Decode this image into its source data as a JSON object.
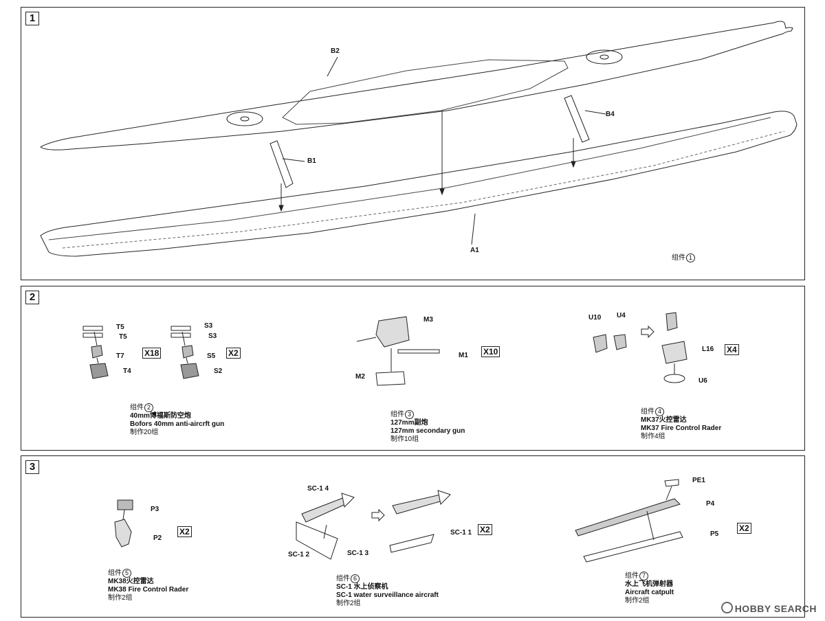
{
  "steps": [
    {
      "number": "1",
      "labels": {
        "b2": "B2",
        "b4": "B4",
        "b1": "B1",
        "a1": "A1"
      },
      "group_label": "组件",
      "group_no": "1"
    },
    {
      "number": "2",
      "parts_a": {
        "t5a": "T5",
        "t5b": "T5",
        "t7": "T7",
        "t4": "T4",
        "mult": "X18"
      },
      "parts_b": {
        "s3a": "S3",
        "s3b": "S3",
        "s5": "S5",
        "s2": "S2",
        "mult": "X2"
      },
      "parts_c": {
        "m3": "M3",
        "m1": "M1",
        "m2": "M2",
        "mult": "X10"
      },
      "parts_d": {
        "u10": "U10",
        "u4": "U4",
        "l16": "L16",
        "u6": "U6",
        "mult": "X4"
      },
      "captions": [
        {
          "group_label": "组件",
          "group_no": "2",
          "cn": "40mm博福斯防空炮",
          "en": "Bofors 40mm anti-aircrft gun",
          "count": "制作20组"
        },
        {
          "group_label": "组件",
          "group_no": "3",
          "cn": "127mm副炮",
          "en": "127mm secondary gun",
          "count": "制作10组"
        },
        {
          "group_label": "组件",
          "group_no": "4",
          "cn": "MK37火控雷达",
          "en": "MK37 Fire Control Rader",
          "count": "制作4组"
        }
      ]
    },
    {
      "number": "3",
      "parts_a": {
        "p3": "P3",
        "p2": "P2",
        "mult": "X2"
      },
      "parts_b": {
        "sc14": "SC-1  4",
        "sc12": "SC-1  2",
        "sc13": "SC-1  3",
        "sc11": "SC-1  1",
        "mult": "X2"
      },
      "parts_c": {
        "pe1": "PE1",
        "p4": "P4",
        "p5": "P5",
        "mult": "X2"
      },
      "captions": [
        {
          "group_label": "组件",
          "group_no": "5",
          "cn": "MK38火控雷达",
          "en": "MK38 Fire Control Rader",
          "count": "制作2组"
        },
        {
          "group_label": "组件",
          "group_no": "6",
          "cn": "SC-1 水上侦察机",
          "en": "SC-1 water surveillance aircraft",
          "count": "制作2组"
        },
        {
          "group_label": "组件",
          "group_no": "7",
          "cn": "水上飞机弹射器",
          "en": "Aircraft catpult",
          "count": "制作2组"
        }
      ]
    }
  ],
  "watermark": "HOBBY SEARCH"
}
